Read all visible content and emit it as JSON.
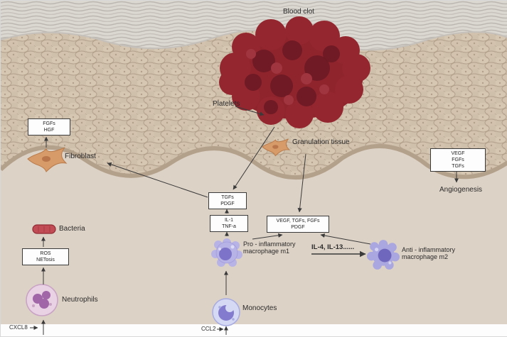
{
  "labels": {
    "blood_clot": "Blood clot",
    "platelets": "Platelets",
    "fibroblast": "Fibroblast",
    "granulation_tissue": "Granulation tissue",
    "angiogenesis": "Angiogenesis",
    "bacteria": "Bacteria",
    "neutrophils": "Neutrophils",
    "monocytes": "Monocytes",
    "pro_macrophage_line1": "Pro - inflammatory",
    "pro_macrophage_line2": "macrophage m1",
    "anti_macrophage_line1": "Anti - inflammatory",
    "anti_macrophage_line2": "macrophage m2",
    "il4_il13": "IL-4, IL-13......",
    "cxcl8": "CXCL8",
    "ccl2": "CCL2"
  },
  "boxes": {
    "fgfs_hgf": [
      "FGFs",
      "HGF"
    ],
    "vegf_fgfs_tgfs": [
      "VEGF",
      "FGFs",
      "TGFs"
    ],
    "tgfs_pdgf": [
      "TGFs",
      "PDGF"
    ],
    "il1_tnfa": [
      "IL-1",
      "TNF-a"
    ],
    "vegf_tgfs_fgfs_pdgf": [
      "VEGF, TGFs, FGFs",
      "PDGF"
    ],
    "ros_netosis": [
      "ROS",
      "NETosis"
    ]
  },
  "colors": {
    "clot_red": "#8f242d",
    "clot_dark": "#6b1a23",
    "dermis": "#ddd2c6",
    "epidermis_cell": "#cfc0ac",
    "corneum": "#dbd7d1",
    "fibroblast_orange": "#d79b69",
    "macrophage_purple": "#b7b3e6",
    "macrophage_nucleus": "#7d74c9",
    "neutrophil_pink": "#e8d2e4",
    "neutrophil_nucleus": "#a066a8",
    "monocyte_lavender": "#d6d9f4",
    "bacteria_red": "#c14c55",
    "arrow": "#3a3a3a"
  }
}
